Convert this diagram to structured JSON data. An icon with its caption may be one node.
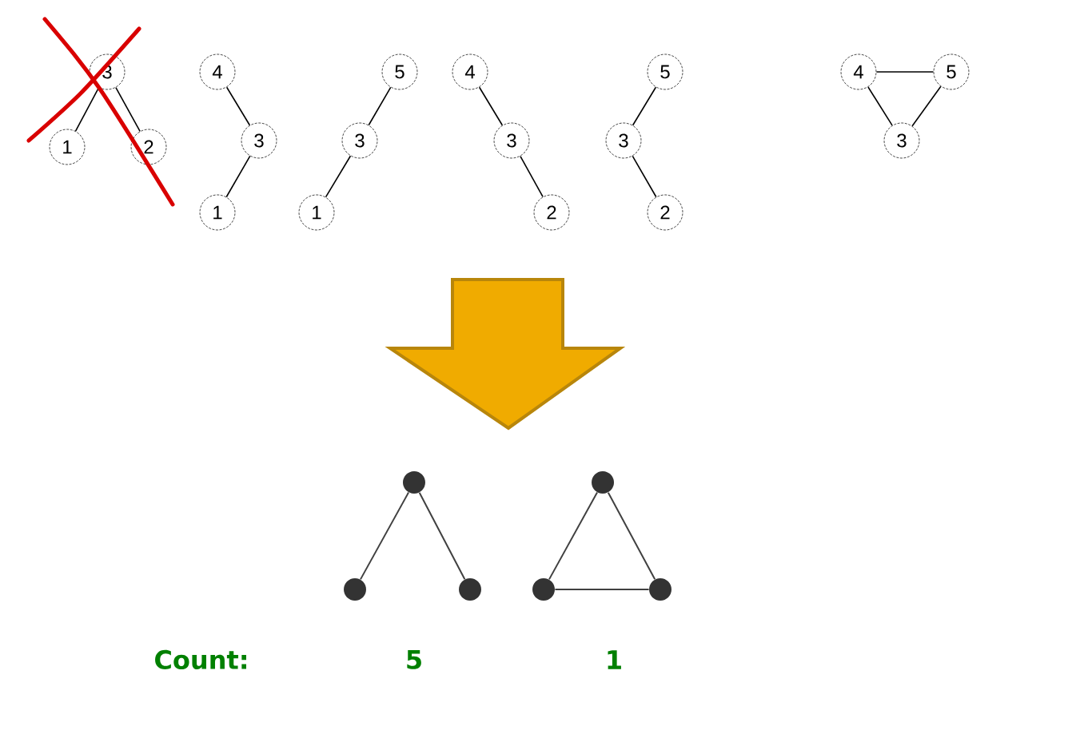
{
  "diagram": {
    "nodes": [
      {
        "text": [
          "3"
        ]
      },
      {
        "text": [
          "1"
        ]
      },
      {
        "text": [
          "2"
        ]
      },
      {
        "text": [
          "4"
        ]
      },
      {
        "text": [
          "3"
        ]
      },
      {
        "text": [
          "1"
        ]
      },
      {
        "text": [
          "5"
        ]
      },
      {
        "text": [
          "3"
        ]
      },
      {
        "text": [
          "1"
        ]
      },
      {
        "text": [
          "4"
        ]
      },
      {
        "text": [
          "3"
        ]
      },
      {
        "text": [
          "2"
        ]
      },
      {
        "text": [
          "5"
        ]
      },
      {
        "text": [
          "3"
        ]
      },
      {
        "text": [
          "2"
        ]
      },
      {
        "text": [
          "4"
        ]
      },
      {
        "text": [
          "5"
        ]
      },
      {
        "text": [
          "3"
        ]
      },
      {
        "text": [],
        "shape": "circle"
      },
      {
        "text": [],
        "shape": "circle"
      },
      {
        "text": [],
        "shape": "circle"
      },
      {
        "text": [],
        "shape": "circle"
      },
      {
        "text": [],
        "shape": "circle"
      },
      {
        "text": [],
        "shape": "circle"
      }
    ],
    "edges": [
      {
        "from": 0,
        "to": 1,
        "arrow": "none"
      },
      {
        "from": 0,
        "to": 2,
        "arrow": "none"
      },
      {
        "from": 3,
        "to": 4,
        "arrow": "none"
      },
      {
        "from": 4,
        "to": 5,
        "arrow": "none"
      },
      {
        "from": 6,
        "to": 7,
        "arrow": "none"
      },
      {
        "from": 7,
        "to": 8,
        "arrow": "none"
      },
      {
        "from": 9,
        "to": 10,
        "arrow": "none"
      },
      {
        "from": 10,
        "to": 11,
        "arrow": "none"
      },
      {
        "from": 12,
        "to": 13,
        "arrow": "none"
      },
      {
        "from": 13,
        "to": 14,
        "arrow": "none"
      },
      {
        "from": 15,
        "to": 16,
        "arrow": "none"
      },
      {
        "from": 15,
        "to": 17,
        "arrow": "none"
      },
      {
        "from": 16,
        "to": 17,
        "arrow": "none"
      },
      {
        "from": 18,
        "to": 19,
        "arrow": "none"
      },
      {
        "from": 18,
        "to": 20,
        "arrow": "none"
      },
      {
        "from": 21,
        "to": 22,
        "arrow": "none"
      },
      {
        "from": 21,
        "to": 23,
        "arrow": "none"
      },
      {
        "from": 22,
        "to": 23,
        "arrow": "none"
      }
    ],
    "labels": [
      "Count:",
      "5",
      "1"
    ]
  }
}
